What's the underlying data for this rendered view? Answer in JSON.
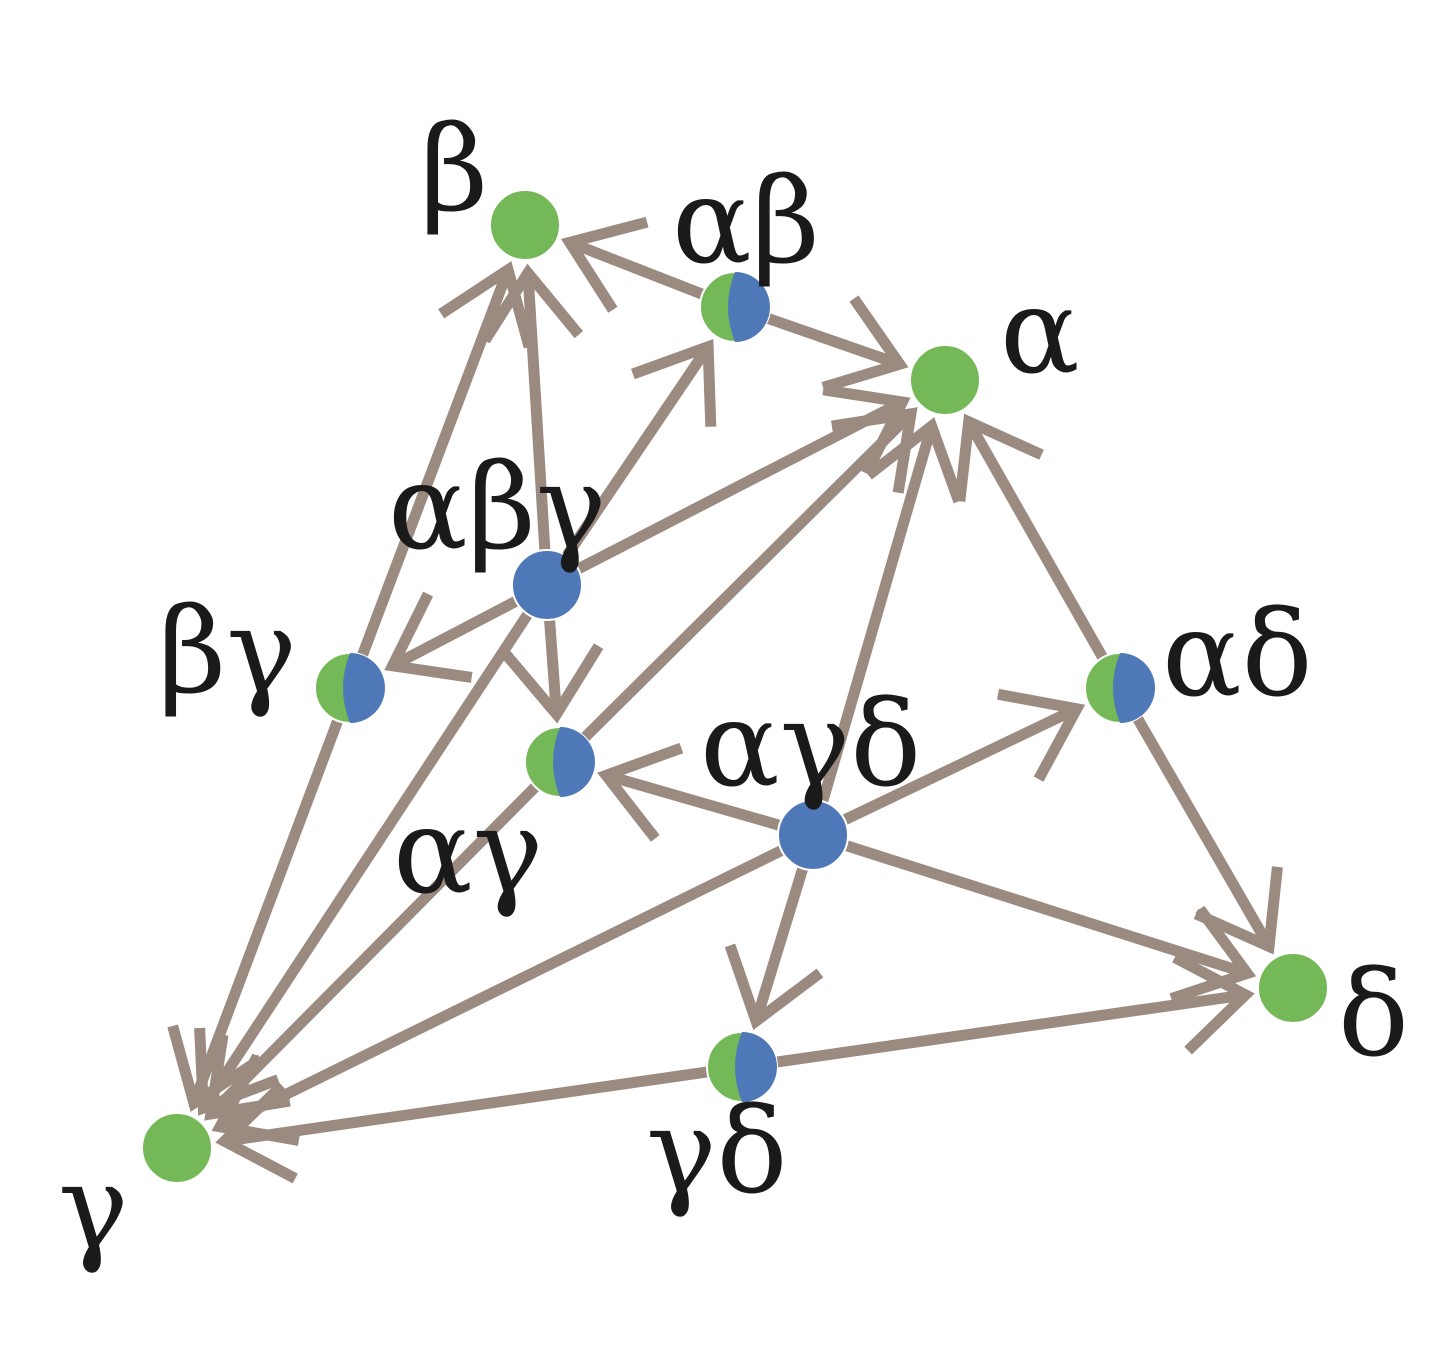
{
  "colors": {
    "edge": "#9b8a7f",
    "green": "#74b857",
    "blue": "#4f78b8",
    "text": "#1a1a1a"
  },
  "nodes": [
    {
      "id": "b",
      "label": "β",
      "kind": "green"
    },
    {
      "id": "ab",
      "label": "αβ",
      "kind": "half"
    },
    {
      "id": "a",
      "label": "α",
      "kind": "green"
    },
    {
      "id": "abg",
      "label": "αβγ",
      "kind": "blue"
    },
    {
      "id": "bg",
      "label": "βγ",
      "kind": "half"
    },
    {
      "id": "ag",
      "label": "αγ",
      "kind": "half"
    },
    {
      "id": "agd",
      "label": "αγδ",
      "kind": "blue"
    },
    {
      "id": "ad",
      "label": "αδ",
      "kind": "half"
    },
    {
      "id": "d",
      "label": "δ",
      "kind": "green"
    },
    {
      "id": "gd",
      "label": "γδ",
      "kind": "half"
    },
    {
      "id": "g",
      "label": "γ",
      "kind": "green"
    }
  ],
  "edges": [
    [
      "ab",
      "b"
    ],
    [
      "ab",
      "a"
    ],
    [
      "abg",
      "b"
    ],
    [
      "abg",
      "ab"
    ],
    [
      "abg",
      "a"
    ],
    [
      "abg",
      "bg"
    ],
    [
      "abg",
      "ag"
    ],
    [
      "abg",
      "g"
    ],
    [
      "bg",
      "b"
    ],
    [
      "bg",
      "g"
    ],
    [
      "ag",
      "a"
    ],
    [
      "ag",
      "g"
    ],
    [
      "agd",
      "ag"
    ],
    [
      "agd",
      "a"
    ],
    [
      "agd",
      "ad"
    ],
    [
      "agd",
      "d"
    ],
    [
      "agd",
      "gd"
    ],
    [
      "agd",
      "g"
    ],
    [
      "ad",
      "a"
    ],
    [
      "ad",
      "d"
    ],
    [
      "gd",
      "d"
    ],
    [
      "gd",
      "g"
    ]
  ]
}
